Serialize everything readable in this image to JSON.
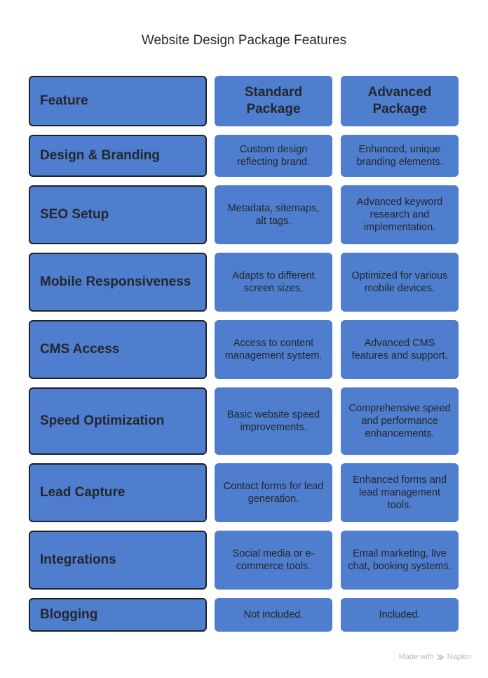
{
  "title": "Website Design Package Features",
  "header": {
    "feature": "Feature",
    "standard": "Standard Package",
    "advanced": "Advanced Package"
  },
  "rows": [
    {
      "feature": "Design & Branding",
      "standard": "Custom design reflecting brand.",
      "advanced": "Enhanced, unique branding elements."
    },
    {
      "feature": "SEO Setup",
      "standard": "Metadata, sitemaps, alt tags.",
      "advanced": "Advanced keyword research and implementation."
    },
    {
      "feature": "Mobile Responsiveness",
      "standard": "Adapts to different screen sizes.",
      "advanced": "Optimized for various mobile devices."
    },
    {
      "feature": "CMS Access",
      "standard": "Access to content management system.",
      "advanced": "Advanced CMS features and support."
    },
    {
      "feature": "Speed Optimization",
      "standard": "Basic website speed improvements.",
      "advanced": "Comprehensive speed and performance enhancements."
    },
    {
      "feature": "Lead Capture",
      "standard": "Contact forms for lead generation.",
      "advanced": "Enhanced forms and lead management tools."
    },
    {
      "feature": "Integrations",
      "standard": "Social media or e-commerce tools.",
      "advanced": "Email marketing, live chat, booking systems."
    },
    {
      "feature": "Blogging",
      "standard": "Not included.",
      "advanced": "Included."
    }
  ],
  "watermark": {
    "made_with": "Made with",
    "brand": "Napkin",
    "icon": "napkin-logo-icon"
  },
  "colors": {
    "cell_fill": "#4e7ecd",
    "border": "#1f2329",
    "text": "#24272e"
  }
}
